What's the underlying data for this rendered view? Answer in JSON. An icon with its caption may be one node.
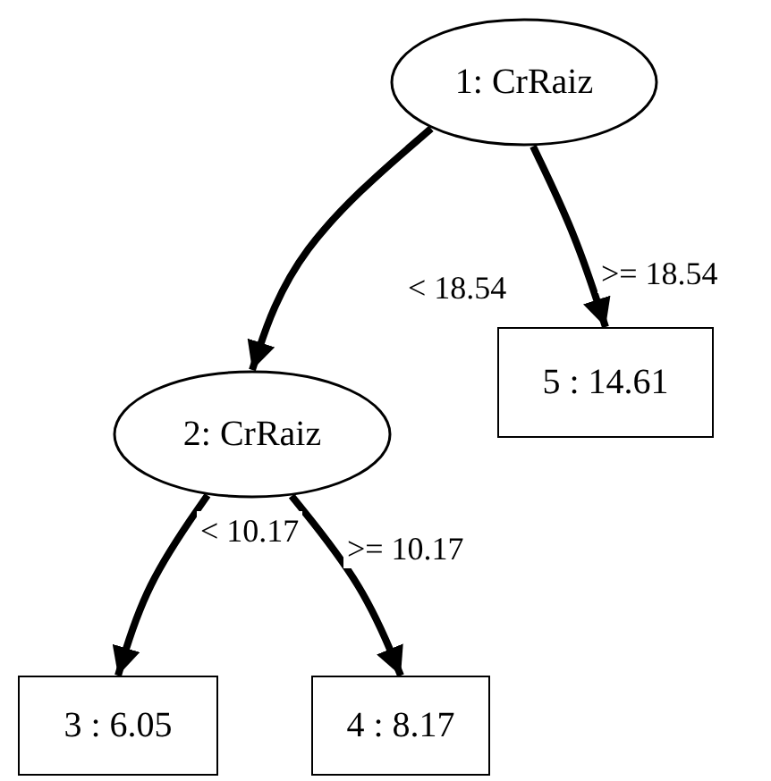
{
  "diagram": {
    "nodes": [
      {
        "text": [
          "1: CrRaiz"
        ]
      },
      {
        "text": [
          "2: CrRaiz"
        ]
      },
      {
        "text": [
          "3 : 6.05"
        ]
      },
      {
        "text": [
          "4 : 8.17"
        ]
      },
      {
        "text": [
          "5 : 14.61"
        ]
      }
    ],
    "edges": [
      {
        "from": 0,
        "to": 1,
        "label": "< 18.54",
        "arrow": "to"
      },
      {
        "from": 0,
        "to": 4,
        "label": ">= 18.54",
        "arrow": "to"
      },
      {
        "from": 1,
        "to": 2,
        "label": "< 10.17",
        "arrow": "to"
      },
      {
        "from": 1,
        "to": 3,
        "label": ">= 10.17",
        "arrow": "to"
      }
    ]
  }
}
